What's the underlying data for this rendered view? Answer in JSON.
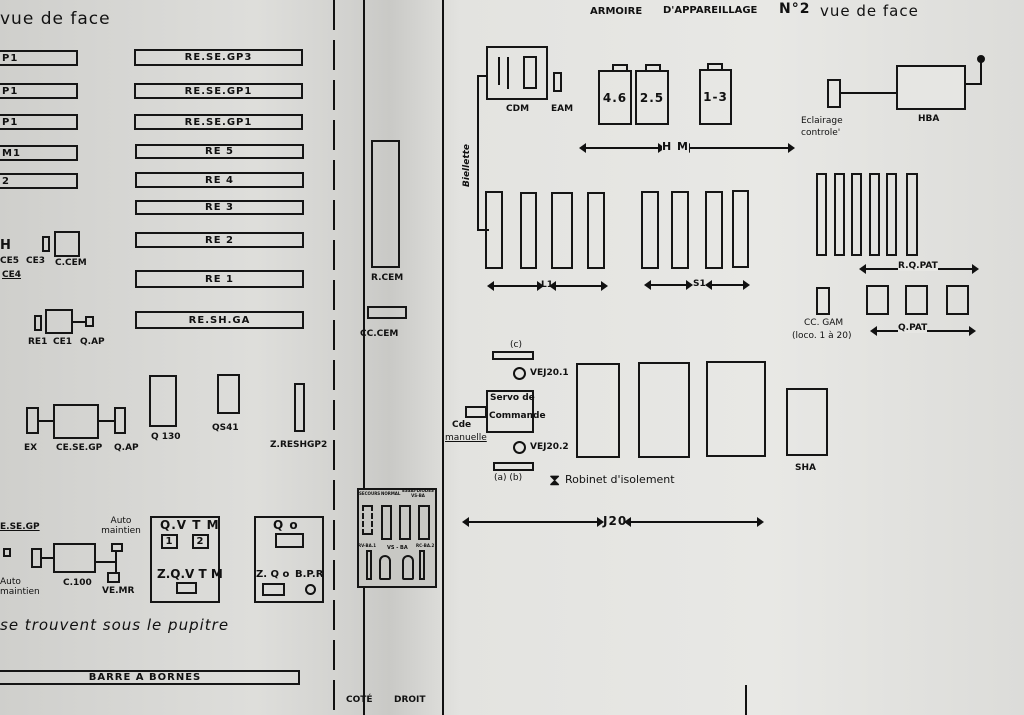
{
  "left_panel": {
    "title": "vue de face",
    "partial_bars": [
      "P1",
      "P1",
      "P1",
      "M1",
      "2"
    ],
    "bars": [
      "RE.SE.GP3",
      "RE.SE.GP1",
      "RE.SE.GP1",
      "RE 5",
      "RE 4",
      "RE 3",
      "RE 2",
      "RE 1",
      "RE.SH.GA"
    ],
    "ce_labels": [
      "CE5",
      "CE3",
      "CE4"
    ],
    "ccem": "C.CEM",
    "re1": "RE1",
    "ce1": "CE1",
    "qap1": "Q.AP",
    "ex": "EX",
    "ceseg": "CE.SE.GP",
    "qap2": "Q.AP",
    "q130": "Q 130",
    "qs41": "QS41",
    "zreshgp2": "Z.RESHGP2",
    "ceseg2": "E.SE.GP",
    "auto_maintien_left": "Auto maintien",
    "auto_maintien": "Auto maintien",
    "c100": "C.100",
    "vemr": "VE.MR",
    "qvtm": "Q.V T M",
    "qvtm_1": "1",
    "qvtm_2": "2",
    "zqvtm": "Z.Q.V T M",
    "qo": "Q o",
    "zqo": "Z. Q o",
    "bpr": "B.P.R",
    "note": "se trouvent sous le pupitre",
    "barre": "BARRE A BORNES"
  },
  "middle_panel": {
    "rcem": "R.CEM",
    "cccem": "CC.CEM",
    "panel_labels": [
      "SECOURS",
      "NORMAL",
      "ESSAI-DIODES VS-BA",
      "RV-BA.1",
      "VS - BA",
      "RC-BA.2"
    ],
    "cote": "COTÉ",
    "droit": "DROIT"
  },
  "right_panel": {
    "title_1": "ARMOIRE",
    "title_2": "D'APPAREILLAGE",
    "title_3": "N°2",
    "title_4": "vue de face",
    "cdm": "CDM",
    "eam": "EAM",
    "hm_boxes": [
      "4.6",
      "2.5",
      "1-3"
    ],
    "hm": "H M",
    "eclairage": "Eclairage",
    "controle": "controle'",
    "hba": "HBA",
    "biellette": "Biellette",
    "l1": "L1",
    "s1": "S1",
    "rqpat": "R.Q.PAT",
    "ccgam": "CC. GAM",
    "loco": "(loco. 1 à 20)",
    "qpat": "Q.PAT",
    "c": "(c)",
    "vej201": "VEJ20.1",
    "servo_1": "Servo de",
    "servo_2": "Commande",
    "cde": "Cde",
    "manuelle": "manuelle",
    "vej202": "VEJ20.2",
    "ab": "(a) (b)",
    "robinet": "Robinet d'isolement",
    "sha": "SHA",
    "j20": "J20"
  }
}
